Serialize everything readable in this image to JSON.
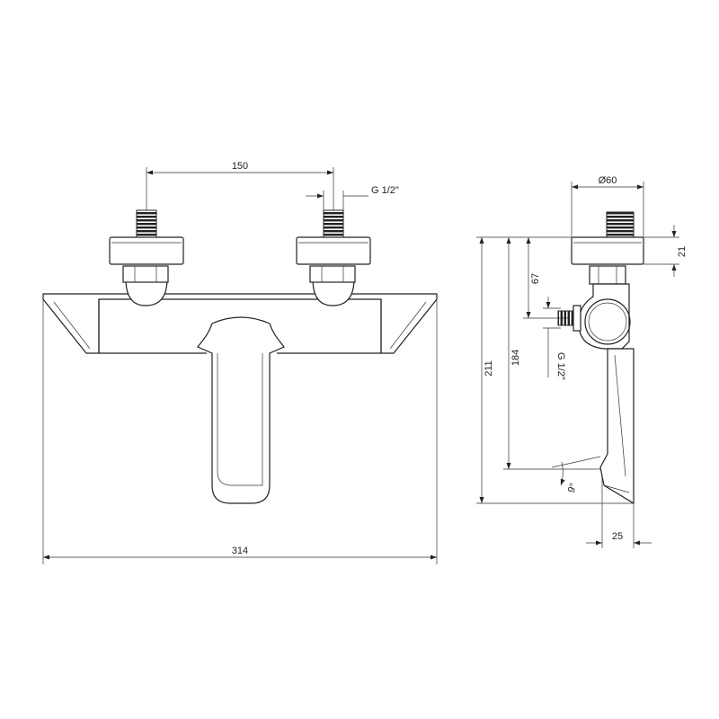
{
  "front_view": {
    "dim_inlet_spacing": "150",
    "dim_inlet_thread": "G 1/2\"",
    "dim_overall_width": "314"
  },
  "side_view": {
    "dim_diameter": "Ø60",
    "dim_nut_height": "21",
    "dim_outlet_offset": "67",
    "dim_outlet_thread": "G 1/2\"",
    "dim_spout_height": "184",
    "dim_total_height": "211",
    "dim_spout_angle": "9°",
    "dim_spout_depth": "25"
  }
}
